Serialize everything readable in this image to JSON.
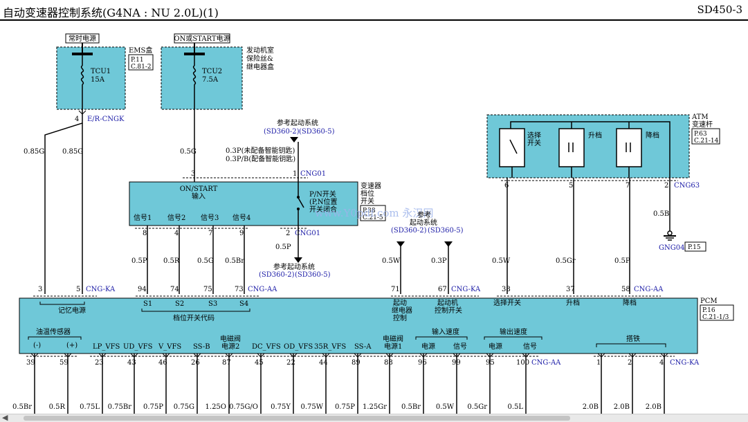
{
  "header": {
    "title": "自动变速器控制系统(G4NA : NU 2.0L)(1)",
    "code": "SD450-3"
  },
  "fuse_box1": {
    "label": "常时电源",
    "fuse": "TCU1",
    "amp": "15A",
    "loc": "EMS盒",
    "page": "P.11",
    "conn": "C.81-2",
    "pin": "4",
    "cname": "E/R-CNGK"
  },
  "fuse_box2": {
    "label": "ON或START电源",
    "fuse": "TCU2",
    "amp": "7.5A",
    "loc1": "发动机室",
    "loc2": "保险丝&",
    "loc3": "继电器盒"
  },
  "ref1": {
    "title": "参考起动系统",
    "a": "(SD360-2)",
    "b": "(SD360-5)"
  },
  "ref2": {
    "title": "参考起动系统",
    "a": "(SD360-2)",
    "b": "(SD360-5)"
  },
  "ref3": {
    "title1": "参考",
    "title2": "起动系统",
    "a": "(SD360-2)",
    "b": "(SD360-5)"
  },
  "wires": {
    "w085g_a": "0.85G",
    "w085g_b": "0.85G",
    "w05g": "0.5G",
    "w03p1": "0.3P(未配备智能钥匙)",
    "w03p2": "0.3P/B(配备智能钥匙)",
    "w05p": "0.5P",
    "sig1": "0.5P",
    "sig2": "0.5R",
    "sig3": "0.5G",
    "sig4": "0.5Br",
    "w05w": "0.5W",
    "w03p": "0.3P",
    "atm1": "0.5W",
    "atm2": "0.5Gr",
    "atm3": "0.5P",
    "gnd": "0.5B"
  },
  "switch": {
    "in1": "ON/START",
    "in2": "输入",
    "pn1": "P/N开关",
    "pn2": "(P,N位置",
    "pn3": "开关闭合",
    "name1": "变速器",
    "name2": "档位",
    "name3": "开关",
    "page": "P.38",
    "conn": "C.21-5",
    "sig": [
      "信号1",
      "信号2",
      "信号3",
      "信号4"
    ],
    "pins_top": [
      "3",
      "1"
    ],
    "cname_top": "CNG01",
    "pin_bot": "2",
    "cname_bot": "CNG01",
    "sig_pins": [
      "8",
      "4",
      "7",
      "9"
    ]
  },
  "atm": {
    "name1": "ATM",
    "name2": "变速杆",
    "page": "P.63",
    "conn": "C.21-14",
    "sw": [
      "选择",
      "开关",
      "升档",
      "降档"
    ],
    "pins": [
      "6",
      "5",
      "7",
      "2"
    ],
    "cname": "CNG63"
  },
  "ground": {
    "name": "GNG04",
    "page": "P.15"
  },
  "watermark": "www.Y0pdf.com  永汉网",
  "pcm": {
    "name": "PCM",
    "page": "P.16",
    "conn": "C.21-1/3",
    "top_pins": [
      "3",
      "5",
      "94",
      "74",
      "75",
      "73",
      "71",
      "67",
      "38",
      "37",
      "58"
    ],
    "cname_ka": "CNG-KA",
    "cname_aa": "CNG-AA",
    "cname_ka2": "CNG-KA",
    "cname_aa2": "CNG-AA",
    "mem": "记忆电源",
    "s": [
      "S1",
      "S2",
      "S3",
      "S4"
    ],
    "sw_code": "档位开关代码",
    "relay": [
      "起动",
      "继电器",
      "控制"
    ],
    "startsw": [
      "起动机",
      "控制开关"
    ],
    "sel": "选择开关",
    "up": "升档",
    "down": "降档",
    "oil": "油温传感器",
    "neg": "(-)",
    "pos": "(+)",
    "bot_labels": [
      "LP_VFS",
      "UD_VFS",
      "V_VFS",
      "SS-B",
      "DC_VFS",
      "OD_VFS",
      "35R_VFS",
      "SS-A"
    ],
    "sol2": [
      "电磁阀",
      "电源2"
    ],
    "sol1": [
      "电磁阀",
      "电源1"
    ],
    "in_speed": "输入速度",
    "out_speed": "输出速度",
    "pwr": "电源",
    "sig": "信号",
    "gnd": "搭铁",
    "bot_pins": [
      "39",
      "59",
      "23",
      "43",
      "46",
      "26",
      "87",
      "45",
      "22",
      "44",
      "89",
      "88",
      "96",
      "99",
      "95",
      "100",
      "1",
      "2",
      "4"
    ],
    "bot_wires": [
      "0.5Br",
      "0.5R",
      "0.75L",
      "0.75Br",
      "0.75P",
      "0.75G",
      "1.25O",
      "0.75G/O",
      "0.75Y",
      "0.75W",
      "0.75P",
      "1.25Gr",
      "0.5Br",
      "0.5W",
      "0.5Gr",
      "0.5L",
      "2.0B",
      "2.0B",
      "2.0B"
    ]
  }
}
